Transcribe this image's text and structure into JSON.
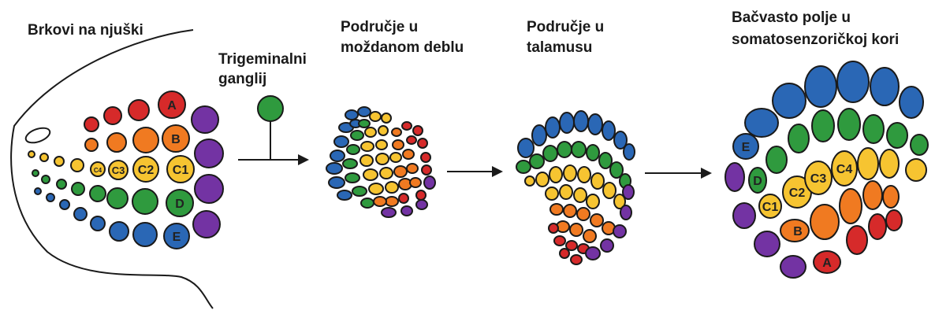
{
  "labels": {
    "snout": "Brkovi na njuški",
    "ganglion_1": "Trigeminalni",
    "ganglion_2": "ganglij",
    "brainstem_1": "Područje u",
    "brainstem_2": "moždanom deblu",
    "thalamus_1": "Područje u",
    "thalamus_2": "talamusu",
    "cortex_1": "Bačvasto polje u",
    "cortex_2": "somatosenzoričkoj kori"
  },
  "snout_spot_labels": [
    "A",
    "B",
    "C1",
    "C2",
    "C3",
    "C4",
    "D",
    "E"
  ],
  "cortex_spot_labels": [
    "A",
    "B",
    "C1",
    "C2",
    "C3",
    "C4",
    "D",
    "E"
  ],
  "row_colors": {
    "A": "#d62a2a",
    "B": "#f07a21",
    "C": "#f6c431",
    "D": "#2f9a3e",
    "E": "#2a67b5",
    "extra": "#7333a3"
  }
}
